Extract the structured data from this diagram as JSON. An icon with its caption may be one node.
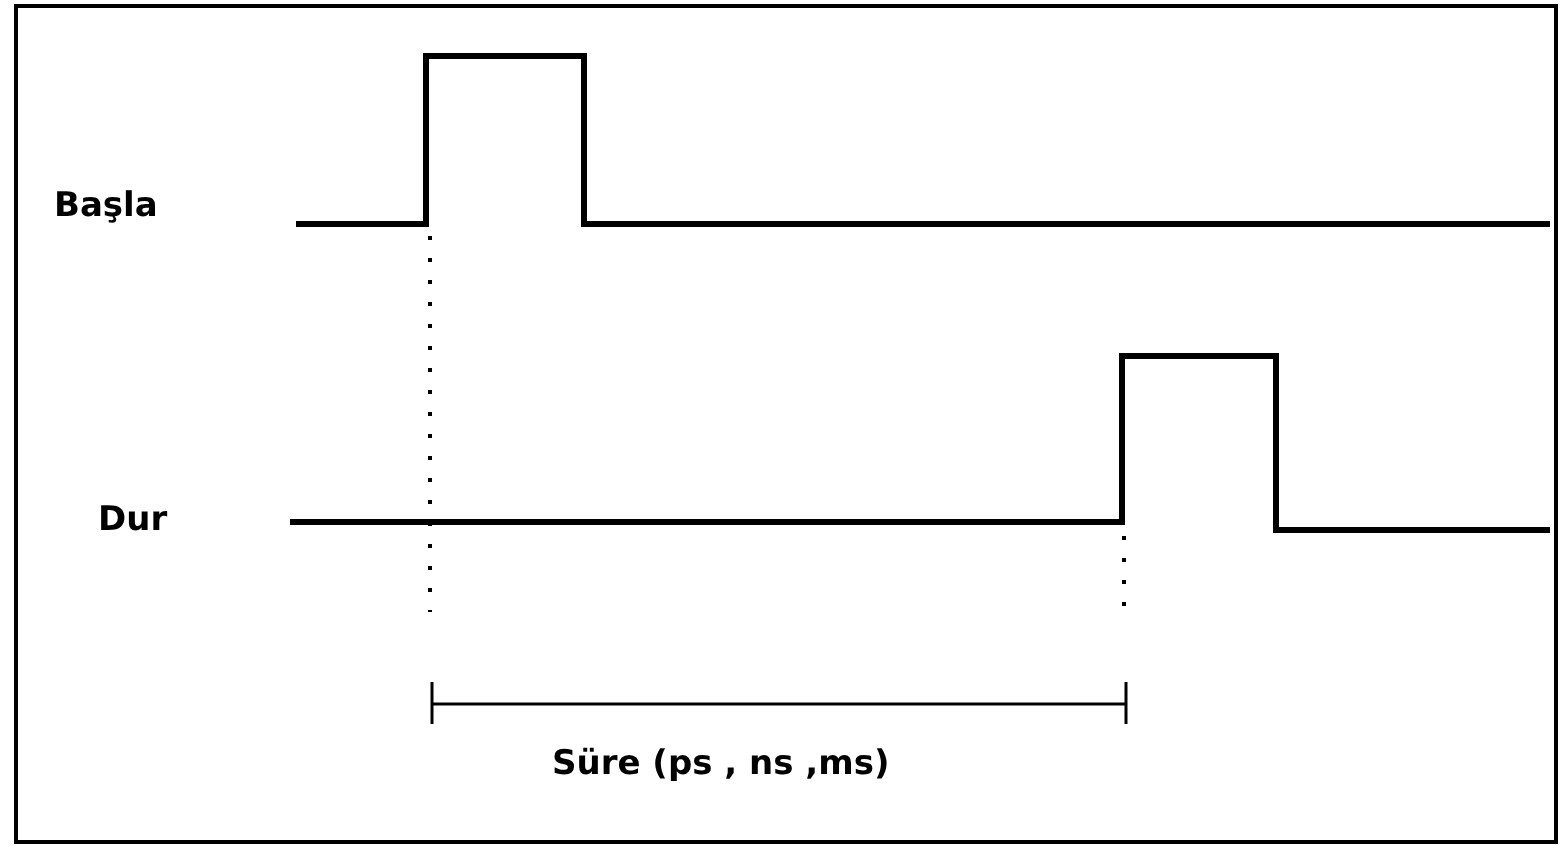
{
  "diagram": {
    "labels": [
      "Başla",
      "Dur",
      "Süre (ps , ns ,ms)"
    ]
  }
}
